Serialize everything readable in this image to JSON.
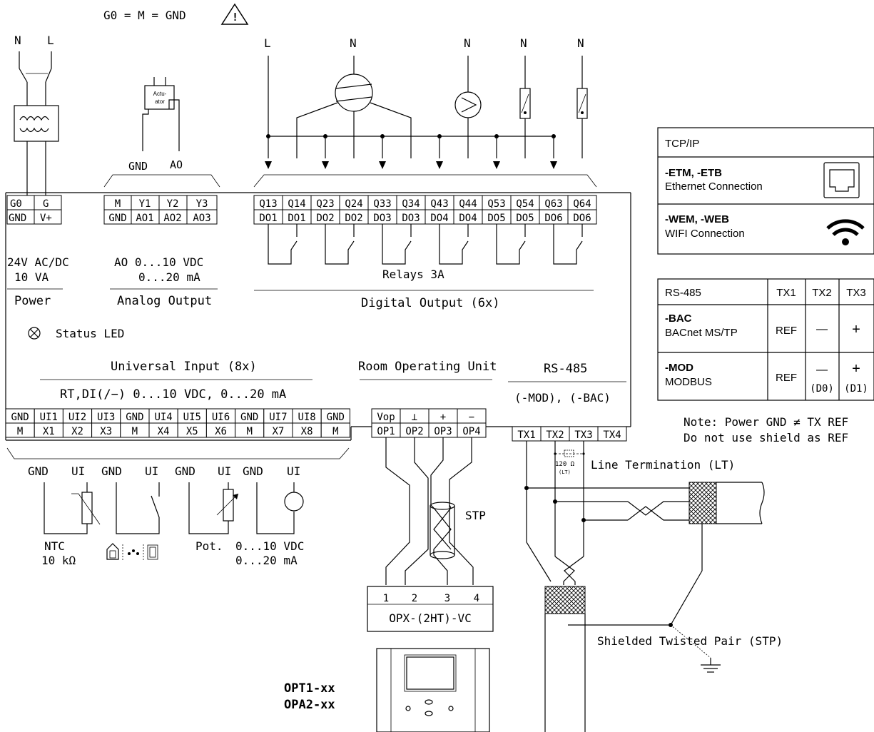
{
  "header": {
    "gnd_note": "G0 = M = GND"
  },
  "power": {
    "supply_labels": [
      "N",
      "L"
    ],
    "terminals_top": [
      "G0",
      "G"
    ],
    "terminals_bottom": [
      "GND",
      "V+"
    ],
    "spec_line1": "24V AC/DC",
    "spec_line2": "10 VA",
    "title": "Power"
  },
  "analog_output": {
    "actuator_label_1": "Actu-",
    "actuator_label_2": "ator",
    "wire_labels": [
      "GND",
      "AO"
    ],
    "terminals_top": [
      "M",
      "Y1",
      "Y2",
      "Y3"
    ],
    "terminals_bottom": [
      "GND",
      "AO1",
      "AO2",
      "AO3"
    ],
    "spec_line1": "AO 0...10 VDC",
    "spec_line2": "0...20 mA",
    "title": "Analog Output"
  },
  "digital_output": {
    "supply_labels": [
      "L",
      "N",
      "N",
      "N",
      "N"
    ],
    "terminals_top": [
      "Q13",
      "Q14",
      "Q23",
      "Q24",
      "Q33",
      "Q34",
      "Q43",
      "Q44",
      "Q53",
      "Q54",
      "Q63",
      "Q64"
    ],
    "terminals_bottom": [
      "DO1",
      "DO1",
      "DO2",
      "DO2",
      "DO3",
      "DO3",
      "DO4",
      "DO4",
      "DO5",
      "DO5",
      "DO6",
      "DO6"
    ],
    "relay_note": "Relays 3A",
    "title": "Digital Output (6x)"
  },
  "status_led": {
    "label": "Status LED"
  },
  "universal_input": {
    "title": "Universal Input (8x)",
    "spec": "RT,DI(∕−) 0...10 VDC, 0...20 mA",
    "terminals_top": [
      "GND",
      "UI1",
      "UI2",
      "UI3",
      "GND",
      "UI4",
      "UI5",
      "UI6",
      "GND",
      "UI7",
      "UI8",
      "GND"
    ],
    "terminals_bottom": [
      "M",
      "X1",
      "X2",
      "X3",
      "M",
      "X4",
      "X5",
      "X6",
      "M",
      "X7",
      "X8",
      "M"
    ],
    "sensor_wire_labels": [
      "GND",
      "UI",
      "GND",
      "UI",
      "GND",
      "UI",
      "GND",
      "UI"
    ],
    "ntc_label_1": "NTC",
    "ntc_label_2": "10 kΩ",
    "pot_label": "Pot.",
    "signal_label_1": "0...10 VDC",
    "signal_label_2": "0...20 mA"
  },
  "room_operating_unit": {
    "title": "Room Operating Unit",
    "terminals_top": [
      "Vop",
      "⊥",
      "+",
      "−"
    ],
    "terminals_bottom": [
      "OP1",
      "OP2",
      "OP3",
      "OP4"
    ],
    "stp_label": "STP",
    "connector_pins": [
      "1",
      "2",
      "3",
      "4"
    ],
    "connector_name": "OPX-(2HT)-VC",
    "device_models": [
      "OPT1-xx",
      "OPA2-xx"
    ]
  },
  "rs485": {
    "title": "RS-485",
    "subtitle": "(-MOD), (-BAC)",
    "terminals": [
      "TX1",
      "TX2",
      "TX3",
      "TX4"
    ],
    "termination_resistor": "120 Ω",
    "termination_resistor_sub": "(LT)",
    "termination_label": "Line Termination (LT)",
    "stp_label": "Shielded Twisted Pair (STP)",
    "note_line1": "Note: Power GND ≠ TX REF",
    "note_line2": "Do not use shield as REF"
  },
  "tcpip_table": {
    "title": "TCP/IP",
    "rows": [
      {
        "code": "-ETM, -ETB",
        "desc": "Ethernet Connection",
        "icon": "ethernet-port-icon"
      },
      {
        "code": "-WEM, -WEB",
        "desc": "WIFI Connection",
        "icon": "wifi-icon"
      }
    ]
  },
  "rs485_table": {
    "headers": [
      "RS-485",
      "TX1",
      "TX2",
      "TX3"
    ],
    "rows": [
      {
        "code": "-BAC",
        "desc": "BACnet MS/TP",
        "tx1": "REF",
        "tx2": "—",
        "tx3": "+",
        "tx2_sub": "",
        "tx3_sub": ""
      },
      {
        "code": "-MOD",
        "desc": "MODBUS",
        "tx1": "REF",
        "tx2": "—",
        "tx3": "+",
        "tx2_sub": "(D0)",
        "tx3_sub": "(D1)"
      }
    ]
  }
}
